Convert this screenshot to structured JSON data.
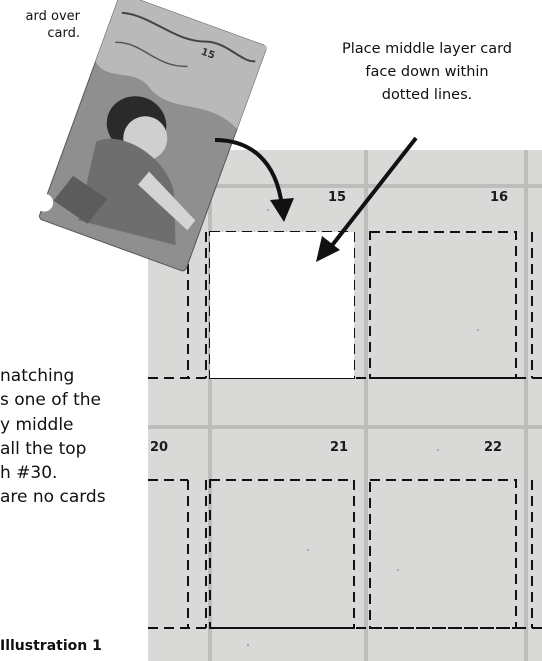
{
  "top_caption": [
    "ard over",
    "card."
  ],
  "right_caption": [
    "Place middle layer card",
    "face down within",
    "dotted lines."
  ],
  "body_text": [
    "natching",
    "s one of the",
    "y middle",
    "all the top",
    "h #30.",
    "are no cards"
  ],
  "illustration_label": "Illustration 1",
  "board": {
    "cell_numbers": {
      "c15": "15",
      "c16": "16",
      "c20": "20",
      "c21": "21",
      "c22": "22"
    }
  },
  "card_photo": {
    "printed_number": "15"
  }
}
